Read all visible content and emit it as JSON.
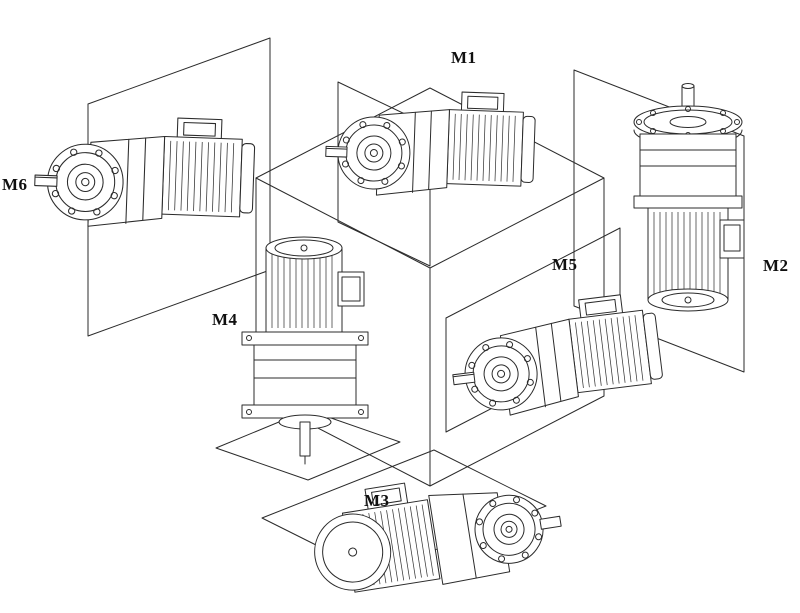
{
  "diagram": {
    "description": "Line drawing of six gearmotor mounting positions arranged around a wireframe cube",
    "positions": [
      {
        "id": "M1",
        "label": "M1"
      },
      {
        "id": "M2",
        "label": "M2"
      },
      {
        "id": "M3",
        "label": "M3"
      },
      {
        "id": "M4",
        "label": "M4"
      },
      {
        "id": "M5",
        "label": "M5"
      },
      {
        "id": "M6",
        "label": "M6"
      }
    ],
    "colors": {
      "line": "#2b2b2b",
      "background": "#ffffff"
    }
  }
}
